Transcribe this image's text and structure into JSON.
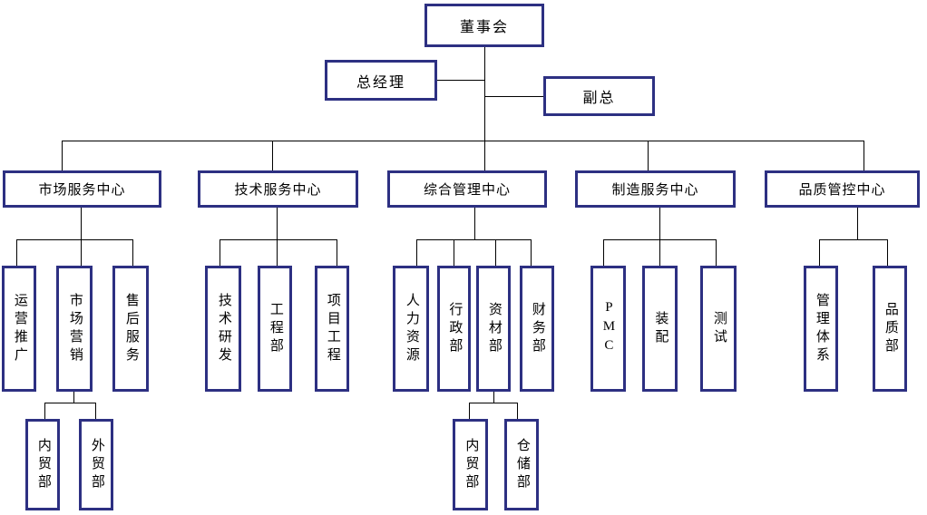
{
  "colors": {
    "box_border": "#2d3082",
    "connector": "#000000",
    "background": "#ffffff",
    "text": "#000000"
  },
  "org": {
    "board": {
      "label": "董事会"
    },
    "general_manager": {
      "label": "总经理"
    },
    "deputy_general_manager": {
      "label": "副总"
    },
    "centers": [
      {
        "label": "市场服务中心",
        "departments": [
          {
            "label": "运营推广"
          },
          {
            "label": "市场营销",
            "sub_departments": [
              {
                "label": "内贸部"
              },
              {
                "label": "外贸部"
              }
            ]
          },
          {
            "label": "售后服务"
          }
        ]
      },
      {
        "label": "技术服务中心",
        "departments": [
          {
            "label": "技术研发"
          },
          {
            "label": "工程部"
          },
          {
            "label": "项目工程"
          }
        ]
      },
      {
        "label": "综合管理中心",
        "departments": [
          {
            "label": "人力资源"
          },
          {
            "label": "行政部"
          },
          {
            "label": "资材部",
            "sub_departments": [
              {
                "label": "内贸部"
              },
              {
                "label": "仓储部"
              }
            ]
          },
          {
            "label": "财务部"
          }
        ]
      },
      {
        "label": "制造服务中心",
        "departments": [
          {
            "label": "PMC"
          },
          {
            "label": "装配"
          },
          {
            "label": "测试"
          }
        ]
      },
      {
        "label": "品质管控中心",
        "departments": [
          {
            "label": "管理体系"
          },
          {
            "label": "品质部"
          }
        ]
      }
    ]
  }
}
